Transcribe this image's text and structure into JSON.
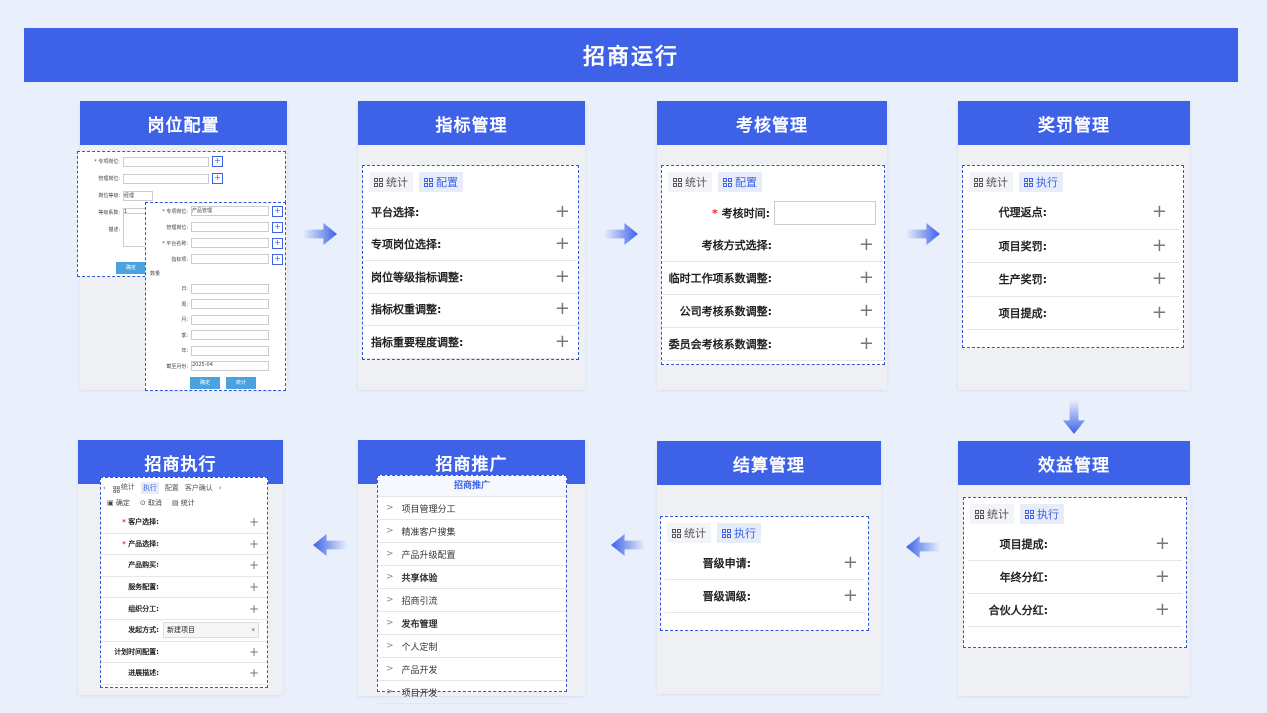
{
  "title": "招商运行",
  "cards": {
    "gangwei": {
      "title": "岗位配置",
      "form_a": [
        {
          "label": "专项岗位:",
          "required": true,
          "value": "",
          "plus": true
        },
        {
          "label": "管理岗位:",
          "required": false,
          "value": "",
          "plus": true
        },
        {
          "label": "岗位等级:",
          "required": false,
          "value": "经理",
          "plus": false
        },
        {
          "label": "等级系数:",
          "required": false,
          "value": "1",
          "plus": false
        },
        {
          "label": "描述:",
          "required": false,
          "value": "",
          "plus": false
        }
      ],
      "form_a_button": "确定",
      "form_b": [
        {
          "label": "专项岗位:",
          "required": true,
          "value": "产品管理",
          "plus": true
        },
        {
          "label": "管理岗位:",
          "required": false,
          "value": "",
          "plus": true
        },
        {
          "label": "平台名称:",
          "required": true,
          "value": "",
          "plus": true
        },
        {
          "label": "指标项:",
          "required": false,
          "value": "",
          "plus": true
        }
      ],
      "form_b_section": "数量",
      "form_b_fields": [
        {
          "label": "日:",
          "value": ""
        },
        {
          "label": "周:",
          "value": ""
        },
        {
          "label": "月:",
          "value": ""
        },
        {
          "label": "季:",
          "value": ""
        },
        {
          "label": "年:",
          "value": ""
        },
        {
          "label": "截至月份:",
          "value": "2025-04"
        }
      ],
      "form_b_buttons": [
        "确定",
        "统计"
      ]
    },
    "zhibiao": {
      "title": "指标管理",
      "tabs": [
        "统计",
        "配置"
      ],
      "rows": [
        "平台选择:",
        "专项岗位选择:",
        "岗位等级指标调整:",
        "指标权重调整:",
        "指标重要程度调整:"
      ]
    },
    "kaohe": {
      "title": "考核管理",
      "tabs": [
        "统计",
        "配置"
      ],
      "time_label": "考核时间:",
      "rows": [
        "考核方式选择:",
        "临时工作项系数调整:",
        "公司考核系数调整:",
        "委员会考核系数调整:"
      ]
    },
    "jiangfa": {
      "title": "奖罚管理",
      "tabs": [
        "统计",
        "执行"
      ],
      "rows": [
        "代理返点:",
        "项目奖罚:",
        "生产奖罚:",
        "项目提成:"
      ]
    },
    "xiaoyi": {
      "title": "效益管理",
      "tabs": [
        "统计",
        "执行"
      ],
      "rows": [
        "项目提成:",
        "年终分红:",
        "合伙人分红:"
      ]
    },
    "jiesuan": {
      "title": "结算管理",
      "tabs": [
        "统计",
        "执行"
      ],
      "rows": [
        "晋级申请:",
        "晋级调级:"
      ]
    },
    "tuiguang": {
      "title": "招商推广",
      "menu_header": "招商推广",
      "items": [
        {
          "label": "项目管理分工",
          "bold": false
        },
        {
          "label": "精准客户搜集",
          "bold": false
        },
        {
          "label": "产品升级配置",
          "bold": false
        },
        {
          "label": "共享体验",
          "bold": true
        },
        {
          "label": "招商引流",
          "bold": false
        },
        {
          "label": "发布管理",
          "bold": true
        },
        {
          "label": "个人定制",
          "bold": false
        },
        {
          "label": "产品开发",
          "bold": false
        },
        {
          "label": "项目开发",
          "bold": false
        }
      ]
    },
    "zhixing": {
      "title": "招商执行",
      "tabs": [
        "统计",
        "执行",
        "配置",
        "客户确认"
      ],
      "actions": [
        "确定",
        "取消",
        "统计"
      ],
      "rows": [
        {
          "label": "客户选择:",
          "required": true
        },
        {
          "label": "产品选择:",
          "required": true
        },
        {
          "label": "产品购买:",
          "required": false
        },
        {
          "label": "服务配置:",
          "required": false
        },
        {
          "label": "组织分工:",
          "required": false
        }
      ],
      "launch_label": "发起方式:",
      "launch_value": "新建项目",
      "rows2": [
        "计划时间配置:",
        "进展描述:"
      ]
    }
  }
}
